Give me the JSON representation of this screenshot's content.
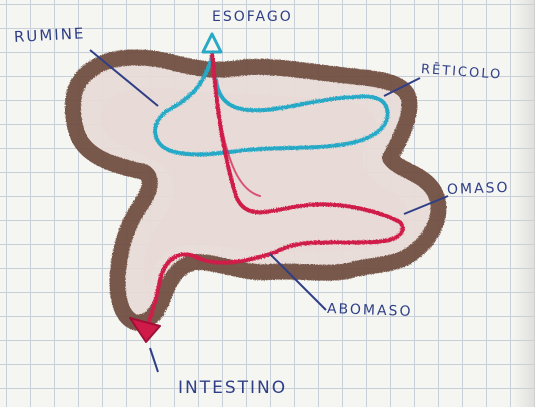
{
  "labels": {
    "rumine": "RUMINE",
    "esofago": "ESOFAGO",
    "reticolo": "RĒTICOLO",
    "omaso": "OMASO",
    "abomaso": "ABOMASO",
    "intestino": "INTESTINO"
  },
  "colors": {
    "ink": "#2f3f86",
    "stomach_outline": "#6e4b3c",
    "stomach_fill": "#e9dcd8",
    "esophagus_path": "#28a9c6",
    "digestive_path": "#d01a4a",
    "grid": "#c9cfd8"
  }
}
